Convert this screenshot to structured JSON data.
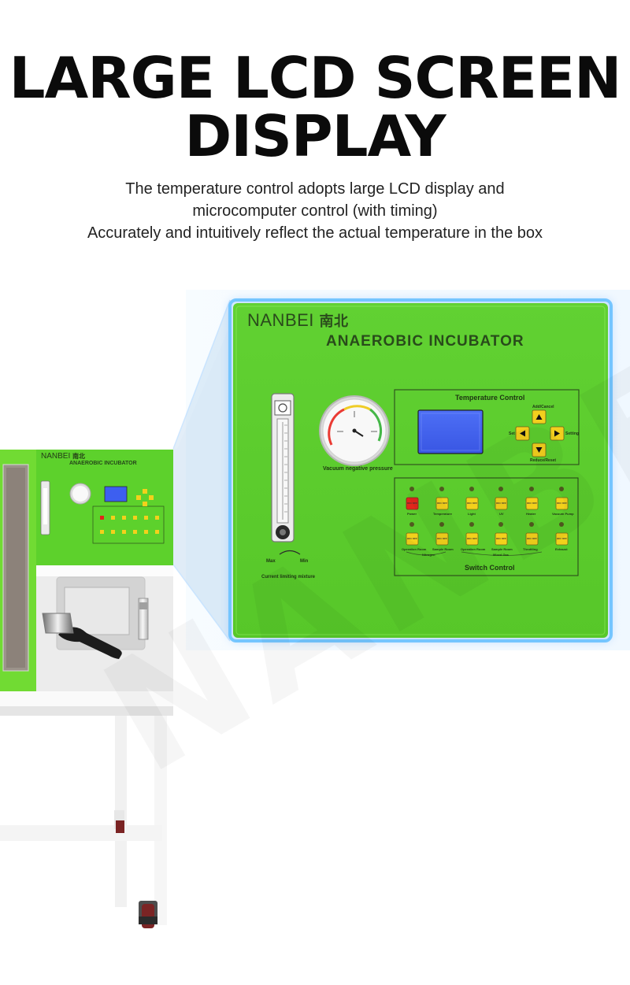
{
  "hero": {
    "title_line_1": "LARGE LCD SCREEN",
    "title_line_2": "DISPLAY",
    "subtitle_line_1": "The temperature control adopts large LCD display and",
    "subtitle_line_2": "microcomputer control (with timing)",
    "subtitle_line_3": "Accurately and intuitively reflect the actual temperature in the box"
  },
  "panel": {
    "brand_en": "NANBEI",
    "brand_cn": "南北",
    "title": "ANAEROBIC INCUBATOR",
    "temperature_control": "Temperature Control",
    "vacuum_negative_pressure": "Vacuum negative pressure",
    "max": "Max",
    "min": "Min",
    "current_limiting_mixture": "Current limiting mixture",
    "switch_control": "Switch Control",
    "keypad": {
      "add_or_cancel": "Add/Cancel",
      "set": "Set",
      "setting": "Setting",
      "reduce_or_reset": "Reduce/Reset"
    },
    "switch_top_labels": [
      "Power",
      "Temperature",
      "Light",
      "UV",
      "Heater",
      "Vacuum Pump"
    ],
    "switch_bottom_labels": [
      "Operation Room",
      "Sample Room",
      "Operation Room",
      "Sample Room",
      "Throttling",
      "Exhaust"
    ],
    "group_nitrogen": "Nitrogen",
    "group_mixed_gas": "Mixed Gas",
    "switch_button_text": "ON / OFF"
  },
  "machine": {
    "brand_en": "NANBEI",
    "brand_cn": "南北",
    "title": "ANAEROBIC INCUBATOR"
  },
  "watermark": {
    "text": "NANBEI"
  },
  "colors": {
    "panel_green": "#5fd12f",
    "panel_border": "#3a2b10",
    "glow_blue": "#2e9cff",
    "yellow_switch": "#f3d11b",
    "red_switch": "#e3251b",
    "lcd_blue": "#3d5ff0"
  }
}
